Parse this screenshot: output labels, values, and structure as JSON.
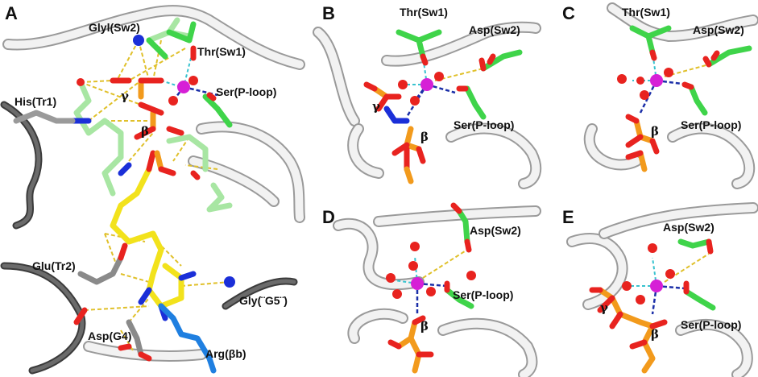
{
  "panels": {
    "A": {
      "letter": "A",
      "labels": {
        "glyl": "Glyl(Sw2)",
        "thr": "Thr(Sw1)",
        "his": "His(Tr1)",
        "ser": "Ser(P-loop)",
        "glu": "Glu(Tr2)",
        "gly": "Gly(¨G5¨)",
        "asp": "Asp(G4)",
        "arg": "Arg(βb)",
        "gamma": "γ",
        "beta": "β"
      }
    },
    "B": {
      "letter": "B",
      "labels": {
        "thr": "Thr(Sw1)",
        "asp": "Asp(Sw2)",
        "ser": "Ser(P-loop)",
        "gamma": "γ",
        "beta": "β"
      }
    },
    "C": {
      "letter": "C",
      "labels": {
        "thr": "Thr(Sw1)",
        "asp": "Asp(Sw2)",
        "ser": "Ser(P-loop)",
        "beta": "β"
      }
    },
    "D": {
      "letter": "D",
      "labels": {
        "asp": "Asp(Sw2)",
        "ser": "Ser(P-loop)",
        "beta": "β"
      }
    },
    "E": {
      "letter": "E",
      "labels": {
        "asp": "Asp(Sw2)",
        "ser": "Ser(P-loop)",
        "gamma": "γ",
        "beta": "β"
      }
    }
  },
  "colors": {
    "carbon_ligand": "#f2e21c",
    "carbon_protein": "#a8e6a3",
    "carbon_key": "#3fd44a",
    "phosphorus": "#f29a1c",
    "oxygen": "#e8231f",
    "nitrogen": "#1b2fd8",
    "magnesium": "#d620d6",
    "arginine": "#1f7fe0",
    "hbond": "#e0c02a",
    "water_bond": "#38c3cf",
    "mg_bond": "#1b2fa8"
  }
}
